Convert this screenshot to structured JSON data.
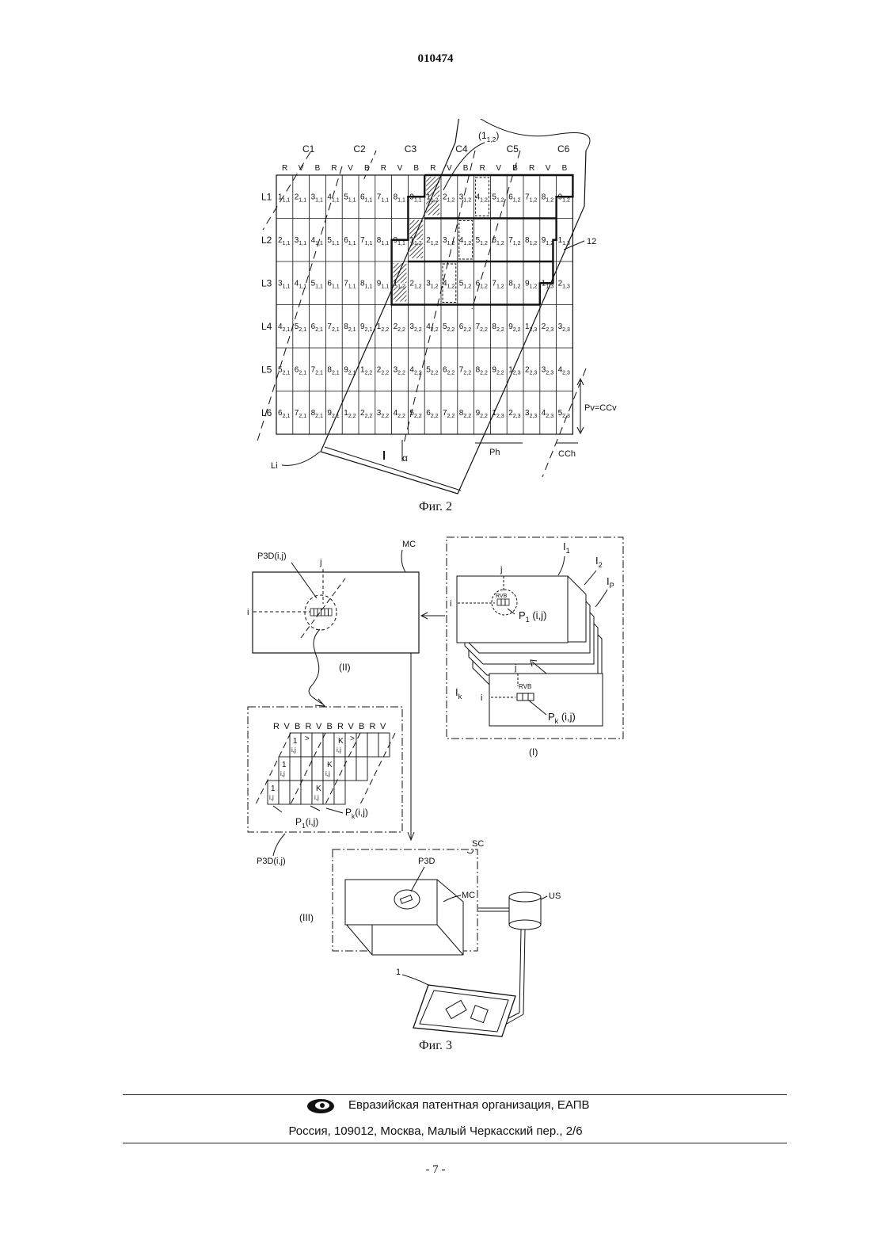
{
  "header": {
    "patent_number": "010474"
  },
  "fig2": {
    "caption": "Фиг. 2",
    "top_callout": "(1",
    "top_callout_sub": "1,2",
    "top_callout_end": ")",
    "column_groups": [
      "C1",
      "C2",
      "C3",
      "C4",
      "C5",
      "C6"
    ],
    "subpixel_letters": [
      "R",
      "V",
      "B",
      "R",
      "V",
      "B",
      "R",
      "V",
      "B",
      "R",
      "V",
      "B",
      "R",
      "V",
      "B",
      "R",
      "V",
      "B"
    ],
    "row_labels": [
      "L1",
      "L2",
      "L3",
      "L4",
      "L5",
      "L6"
    ],
    "cells": [
      [
        [
          "1",
          "1,1"
        ],
        [
          "2",
          "1,1"
        ],
        [
          "3",
          "1,1"
        ],
        [
          "4",
          "1,1"
        ],
        [
          "5",
          "1,1"
        ],
        [
          "6",
          "1,1"
        ],
        [
          "7",
          "1,1"
        ],
        [
          "8",
          "1,1"
        ],
        [
          "9",
          "1,1"
        ],
        [
          "1",
          "1,2"
        ],
        [
          "2",
          "1,2"
        ],
        [
          "3",
          "1,2"
        ],
        [
          "4",
          "1,2"
        ],
        [
          "5",
          "1,2"
        ],
        [
          "6",
          "1,2"
        ],
        [
          "7",
          "1,2"
        ],
        [
          "8",
          "1,2"
        ],
        [
          "9",
          "1,2"
        ]
      ],
      [
        [
          "2",
          "1,1"
        ],
        [
          "3",
          "1,1"
        ],
        [
          "4",
          "1,1"
        ],
        [
          "5",
          "1,1"
        ],
        [
          "6",
          "1,1"
        ],
        [
          "7",
          "1,1"
        ],
        [
          "8",
          "1,1"
        ],
        [
          "9",
          "1,1"
        ],
        [
          "1",
          "1,2"
        ],
        [
          "2",
          "1,2"
        ],
        [
          "3",
          "1,2"
        ],
        [
          "4",
          "1,2"
        ],
        [
          "5",
          "1,2"
        ],
        [
          "6",
          "1,2"
        ],
        [
          "7",
          "1,2"
        ],
        [
          "8",
          "1,2"
        ],
        [
          "9",
          "1,2"
        ],
        [
          "1",
          "1,3"
        ]
      ],
      [
        [
          "3",
          "1,1"
        ],
        [
          "4",
          "1,1"
        ],
        [
          "5",
          "1,1"
        ],
        [
          "6",
          "1,1"
        ],
        [
          "7",
          "1,1"
        ],
        [
          "8",
          "1,1"
        ],
        [
          "9",
          "1,1"
        ],
        [
          "1",
          "1,2"
        ],
        [
          "2",
          "1,2"
        ],
        [
          "3",
          "1,2"
        ],
        [
          "4",
          "1,2"
        ],
        [
          "5",
          "1,2"
        ],
        [
          "6",
          "1,2"
        ],
        [
          "7",
          "1,2"
        ],
        [
          "8",
          "1,2"
        ],
        [
          "9",
          "1,2"
        ],
        [
          "1",
          "1,3"
        ],
        [
          "2",
          "1,3"
        ]
      ],
      [
        [
          "4",
          "2,1"
        ],
        [
          "5",
          "2,1"
        ],
        [
          "6",
          "2,1"
        ],
        [
          "7",
          "2,1"
        ],
        [
          "8",
          "2,1"
        ],
        [
          "9",
          "2,1"
        ],
        [
          "1",
          "2,2"
        ],
        [
          "2",
          "2,2"
        ],
        [
          "3",
          "2,2"
        ],
        [
          "4",
          "2,2"
        ],
        [
          "5",
          "2,2"
        ],
        [
          "6",
          "2,2"
        ],
        [
          "7",
          "2,2"
        ],
        [
          "8",
          "2,2"
        ],
        [
          "9",
          "2,2"
        ],
        [
          "1",
          "2,3"
        ],
        [
          "2",
          "2,3"
        ],
        [
          "3",
          "2,3"
        ]
      ],
      [
        [
          "5",
          "2,1"
        ],
        [
          "6",
          "2,1"
        ],
        [
          "7",
          "2,1"
        ],
        [
          "8",
          "2,1"
        ],
        [
          "9",
          "2,1"
        ],
        [
          "1",
          "2,2"
        ],
        [
          "2",
          "2,2"
        ],
        [
          "3",
          "2,2"
        ],
        [
          "4",
          "2,2"
        ],
        [
          "5",
          "2,2"
        ],
        [
          "6",
          "2,2"
        ],
        [
          "7",
          "2,2"
        ],
        [
          "8",
          "2,2"
        ],
        [
          "9",
          "2,2"
        ],
        [
          "1",
          "2,3"
        ],
        [
          "2",
          "2,3"
        ],
        [
          "3",
          "2,3"
        ],
        [
          "4",
          "2,3"
        ]
      ],
      [
        [
          "6",
          "2,1"
        ],
        [
          "7",
          "2,1"
        ],
        [
          "8",
          "2,1"
        ],
        [
          "9",
          "2,1"
        ],
        [
          "1",
          "2,2"
        ],
        [
          "2",
          "2,2"
        ],
        [
          "3",
          "2,2"
        ],
        [
          "4",
          "2,2"
        ],
        [
          "5",
          "2,2"
        ],
        [
          "6",
          "2,2"
        ],
        [
          "7",
          "2,2"
        ],
        [
          "8",
          "2,2"
        ],
        [
          "9",
          "2,2"
        ],
        [
          "1",
          "2,3"
        ],
        [
          "2",
          "2,3"
        ],
        [
          "3",
          "2,3"
        ],
        [
          "4",
          "2,3"
        ],
        [
          "5",
          "2,3"
        ]
      ]
    ],
    "label_12": "12",
    "label_pv": "Pv=CCv",
    "label_li": "Li",
    "label_l": "l",
    "label_alpha": "α",
    "label_ph": "Ph",
    "label_cch": "CCh"
  },
  "fig3": {
    "caption": "Фиг. 3",
    "label_mc": "MC",
    "label_p3d_ij": "P3D(i,j)",
    "label_j": "j",
    "label_i": "i",
    "label_roman_2": "(II)",
    "label_roman_1": "(I)",
    "label_roman_3": "(III)",
    "label_i1": "I",
    "label_i1_sub": "1",
    "label_i2": "I",
    "label_i2_sub": "2",
    "label_ip": "I",
    "label_ip_sub": "P",
    "label_ik": "I",
    "label_ik_sub": "k",
    "label_rvb": "RVB",
    "label_p1_ij": "P",
    "label_p1_sub": "1",
    "label_p1_tail": "(i,j)",
    "label_pk_ij": "P",
    "label_pk_sub": "k",
    "label_pk_tail": "(i,j)",
    "detail_header": [
      "R",
      "V",
      "B",
      "R",
      "V",
      "B",
      "R",
      "V",
      "B",
      "R",
      "V"
    ],
    "detail_cell_1": "1",
    "detail_cell_k": "K",
    "detail_cell_sub": "i,j",
    "detail_arrow": ">",
    "label_p3d_bottom": "P3D(i,j)",
    "label_sc": "SC",
    "label_p3d": "P3D",
    "label_mc2": "MC",
    "label_us": "US",
    "label_1": "1"
  },
  "footer": {
    "organization": "Евразийская патентная организация, ЕАПВ",
    "address": "Россия, 109012, Москва, Малый Черкасский пер., 2/6",
    "page_number": "- 7 -"
  }
}
